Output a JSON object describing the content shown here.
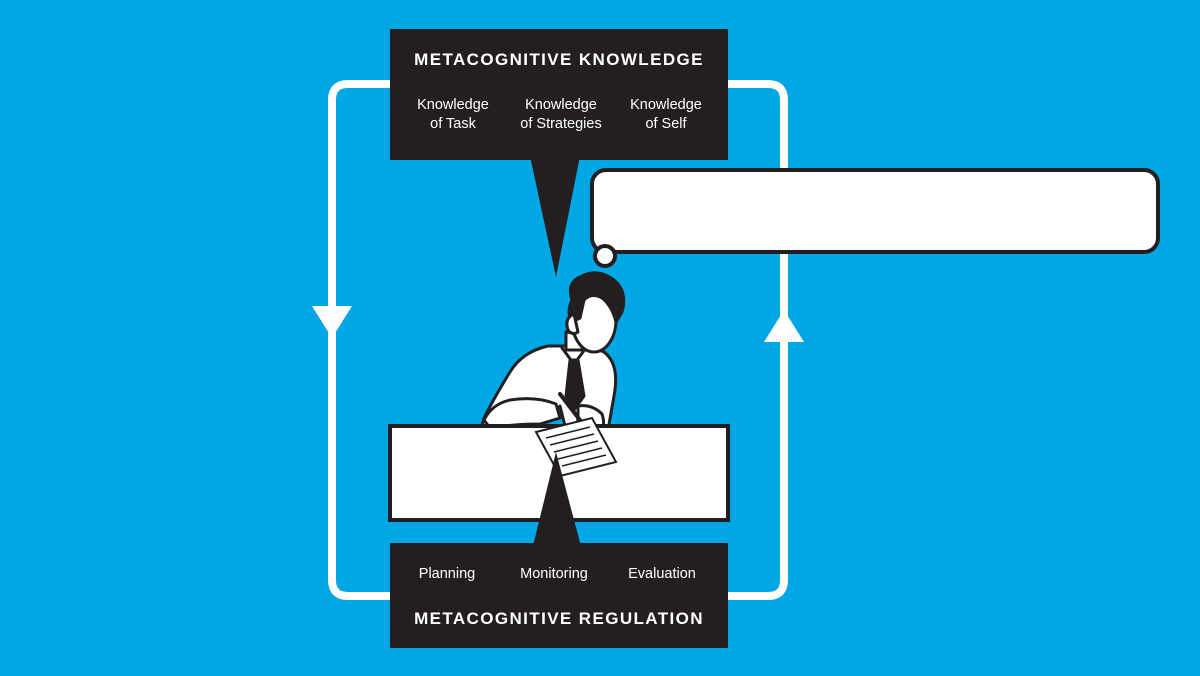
{
  "knowledge": {
    "title": "METACOGNITIVE KNOWLEDGE",
    "items": [
      "Knowledge\nof Task",
      "Knowledge\nof Strategies",
      "Knowledge\nof Self"
    ]
  },
  "regulation": {
    "title": "METACOGNITIVE REGULATION",
    "items": [
      "Planning",
      "Monitoring",
      "Evaluation"
    ]
  },
  "thought_bubble": {
    "text": ""
  },
  "colors": {
    "background": "#00a7e4",
    "box": "#231f20",
    "loop": "#ffffff",
    "outline": "#231f20"
  }
}
